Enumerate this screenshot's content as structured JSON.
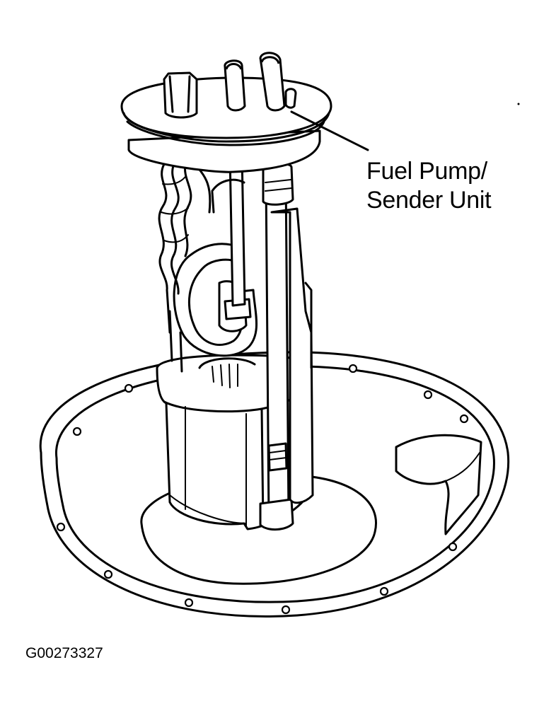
{
  "callout": {
    "line1": "Fuel Pump/",
    "line2": "Sender Unit"
  },
  "figure_id": "G00273327",
  "icons": {
    "illustration": "fuel-pump-sender-unit-drawing"
  }
}
